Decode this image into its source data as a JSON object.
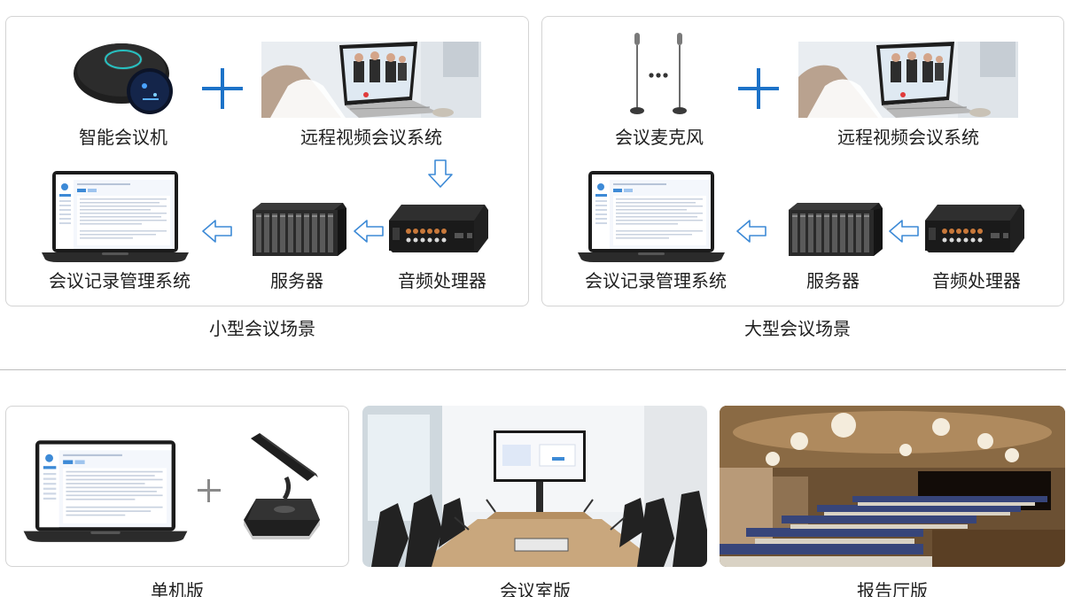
{
  "top_left": {
    "device_a_label": "智能会议机",
    "device_b_label": "远程视频会议系统",
    "device_c_label": "会议记录管理系统",
    "device_d_label": "服务器",
    "device_e_label": "音频处理器",
    "caption": "小型会议场景"
  },
  "top_right": {
    "device_a_label": "会议麦克风",
    "device_b_label": "远程视频会议系统",
    "device_c_label": "会议记录管理系统",
    "device_d_label": "服务器",
    "device_e_label": "音频处理器",
    "caption": "大型会议场景"
  },
  "bottom": {
    "cards": [
      {
        "caption": "单机版"
      },
      {
        "caption": "会议室版"
      },
      {
        "caption": "报告厅版"
      }
    ]
  },
  "colors": {
    "accent": "#1c72c8",
    "arrow_outline": "#3d8ad6"
  }
}
